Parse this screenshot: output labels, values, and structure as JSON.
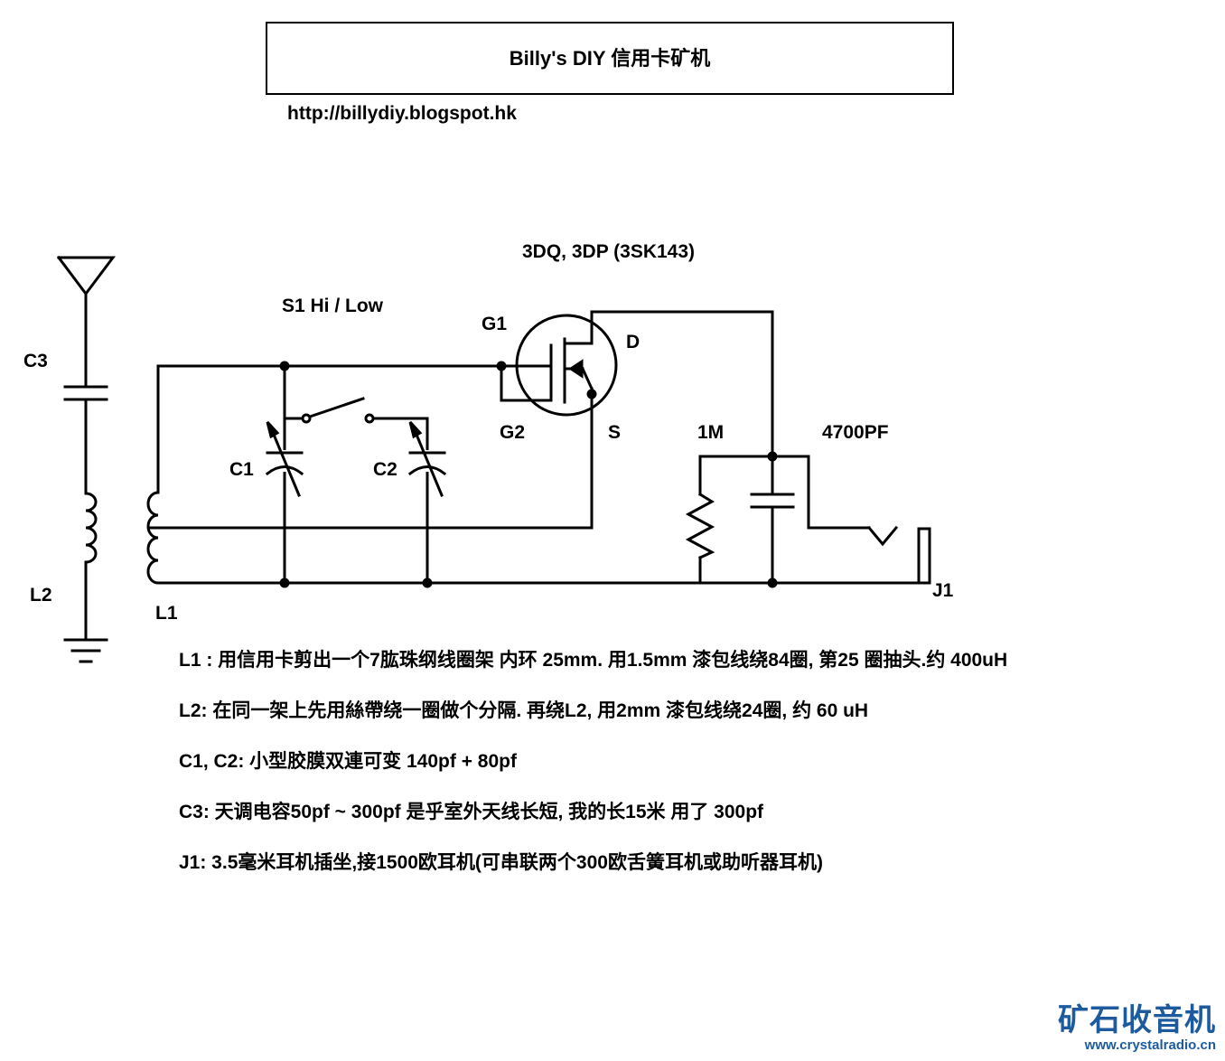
{
  "header": {
    "title": "Billy's DIY 信用卡矿机",
    "url": "http://billydiy.blogspot.hk"
  },
  "schematic": {
    "transistor_label": "3DQ, 3DP (3SK143)",
    "switch_label": "S1 Hi / Low",
    "pins": {
      "g1": "G1",
      "g2": "G2",
      "d": "D",
      "s": "S"
    },
    "components": {
      "c3": "C3",
      "l2": "L2",
      "l1": "L1",
      "c1": "C1",
      "c2": "C2",
      "r1": "1M",
      "cout": "4700PF",
      "j1": "J1"
    }
  },
  "notes": [
    "L1 : 用信用卡剪出一个7肱珠纲线圈架 内环 25mm. 用1.5mm 漆包线绕84圈, 第25 圈抽头.约 400uH",
    "L2: 在同一架上先用絲帶绕一圈做个分隔. 再绕L2, 用2mm 漆包线绕24圈, 约 60 uH",
    "C1, C2: 小型胶膜双連可变 140pf + 80pf",
    "C3: 天调电容50pf ~ 300pf 是乎室外天线长短, 我的长15米 用了 300pf",
    "J1: 3.5毫米耳机插坐,接1500欧耳机(可串联两个300欧舌簧耳机或助听器耳机)"
  ],
  "watermark": {
    "name": "矿石收音机",
    "url": "www.crystalradio.cn",
    "color": "#1d5b9e"
  }
}
